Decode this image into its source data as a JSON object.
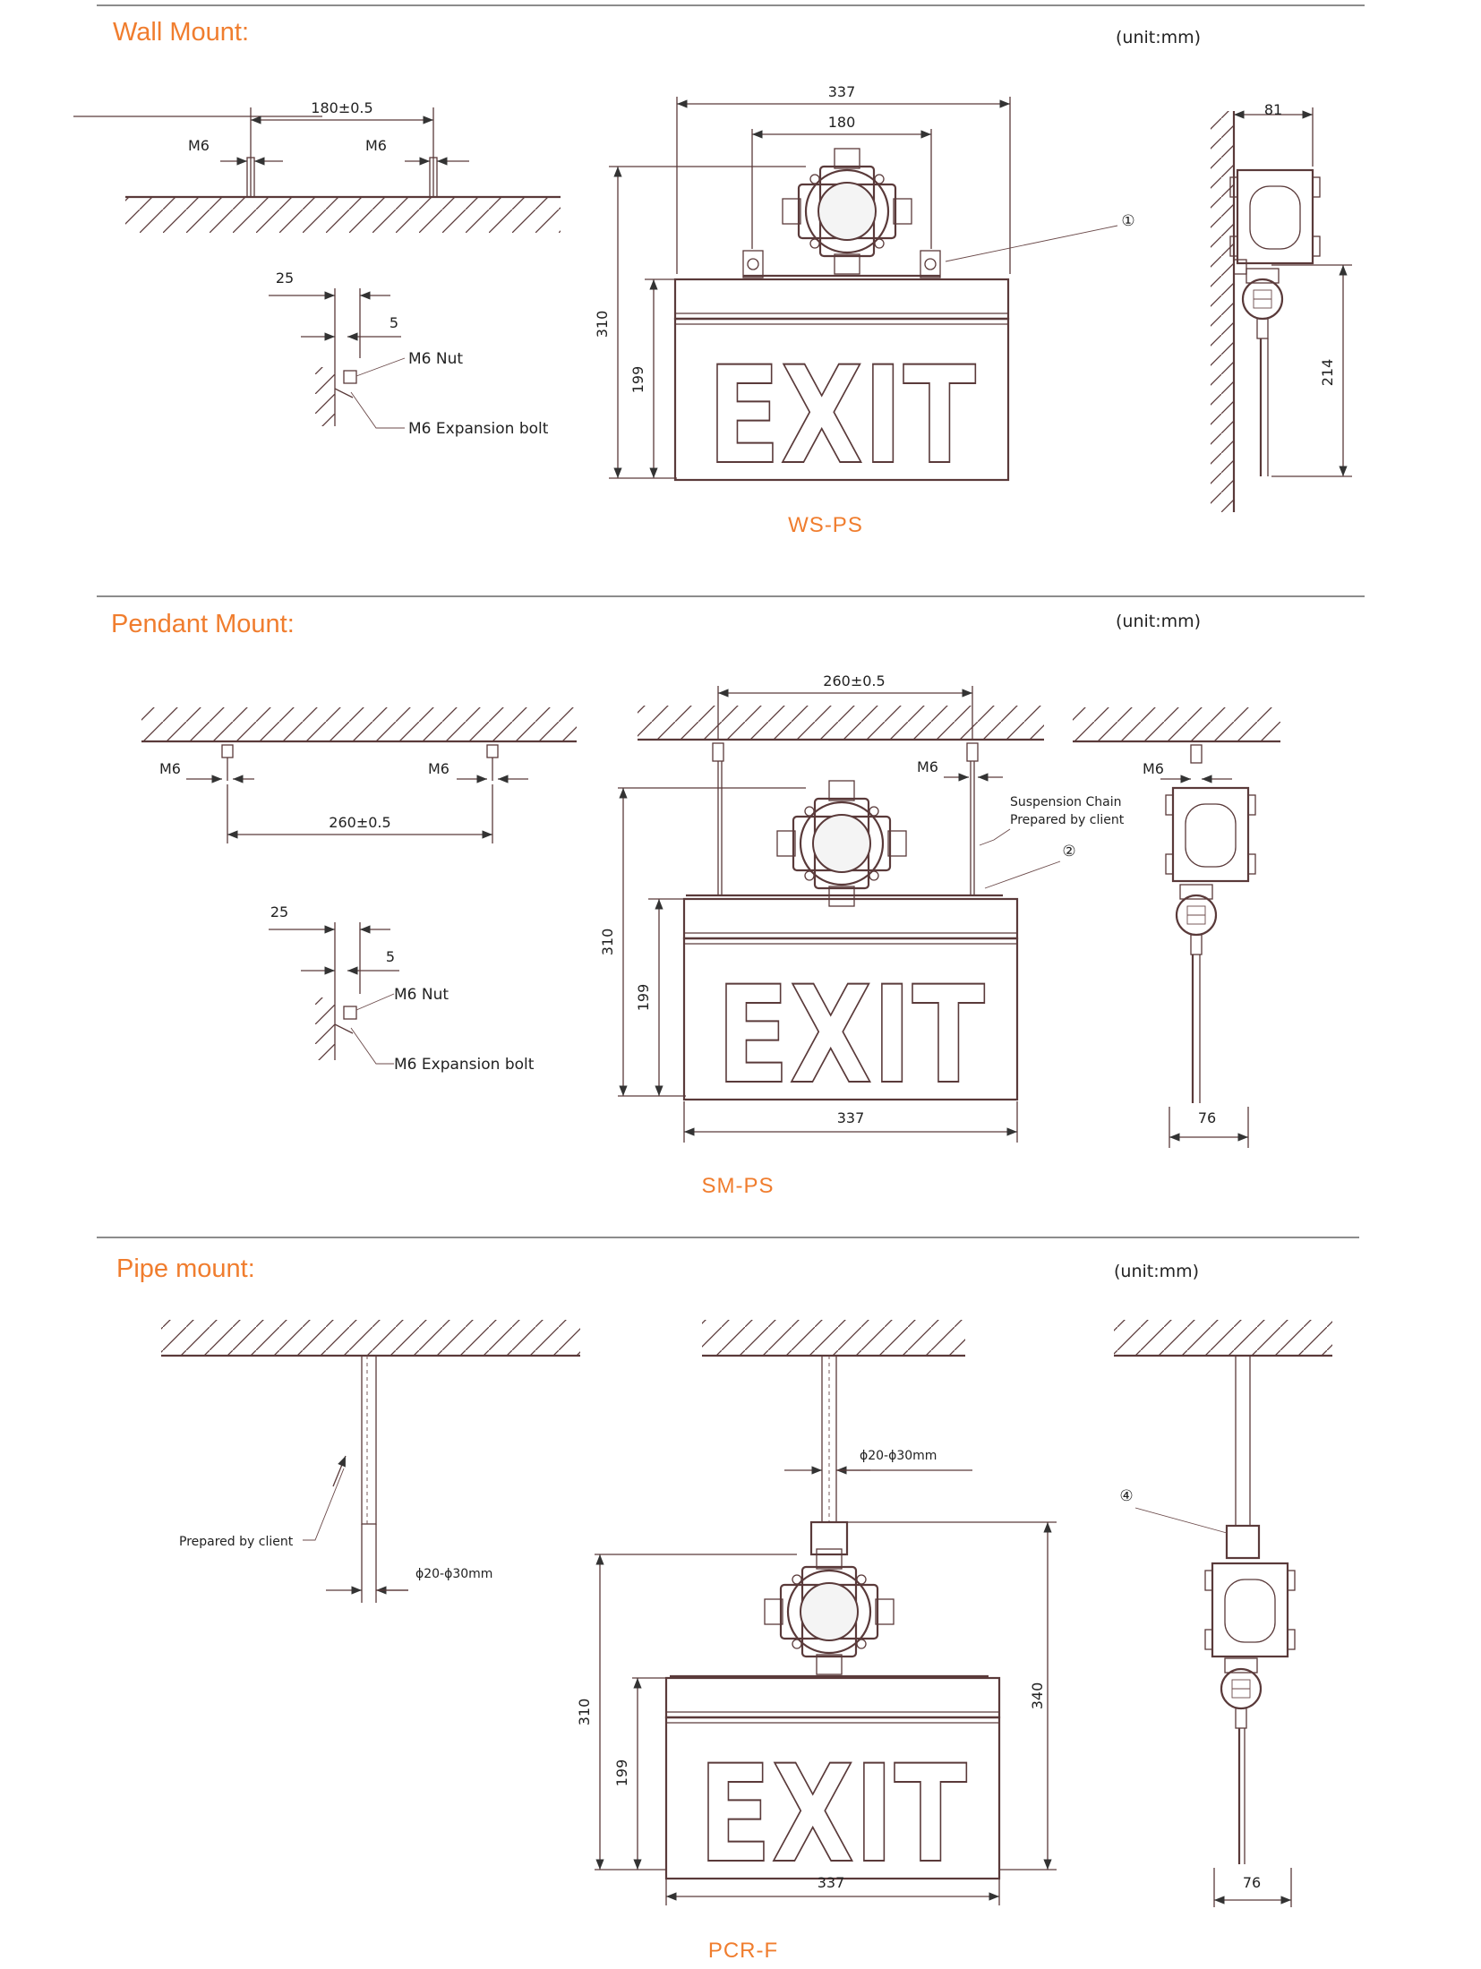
{
  "unit_label": "(unit:mm)",
  "sections": [
    {
      "title": "Wall Mount:",
      "model": "WS-PS",
      "detail": {
        "spacing": "180±0.5",
        "bolt_left": "M6",
        "bolt_right": "M6",
        "offset_25": "25",
        "offset_5": "5",
        "nut_label": "M6  Nut",
        "bolt_label": "M6 Expansion bolt"
      },
      "front": {
        "width": "337",
        "bracket": "180",
        "height": "310",
        "panel_height": "199",
        "callout": "①",
        "sign_text": "EXIT"
      },
      "side": {
        "depth": "81",
        "height": "214"
      }
    },
    {
      "title": "Pendant Mount:",
      "model": "SM-PS",
      "detail": {
        "spacing": "260±0.5",
        "bolt_left": "M6",
        "bolt_right": "M6",
        "offset_25": "25",
        "offset_5": "5",
        "nut_label": "M6  Nut",
        "bolt_label": "M6 Expansion bolt"
      },
      "front": {
        "spacing": "260±0.5",
        "bolt": "M6",
        "chain_label_1": "Suspension Chain",
        "chain_label_2": "Prepared by client",
        "callout": "②",
        "height": "310",
        "panel_height": "199",
        "width": "337",
        "sign_text": "EXIT"
      },
      "side": {
        "bolt": "M6",
        "depth": "76"
      }
    },
    {
      "title": "Pipe mount:",
      "model": "PCR-F",
      "detail": {
        "pipe_label": "Prepared by client",
        "pipe_dia": "ϕ20-ϕ30mm"
      },
      "front": {
        "pipe_dia": "ϕ20-ϕ30mm",
        "height": "310",
        "panel_height": "199",
        "total_height": "340",
        "width": "337",
        "sign_text": "EXIT"
      },
      "side": {
        "callout": "④",
        "depth": "76"
      }
    }
  ]
}
